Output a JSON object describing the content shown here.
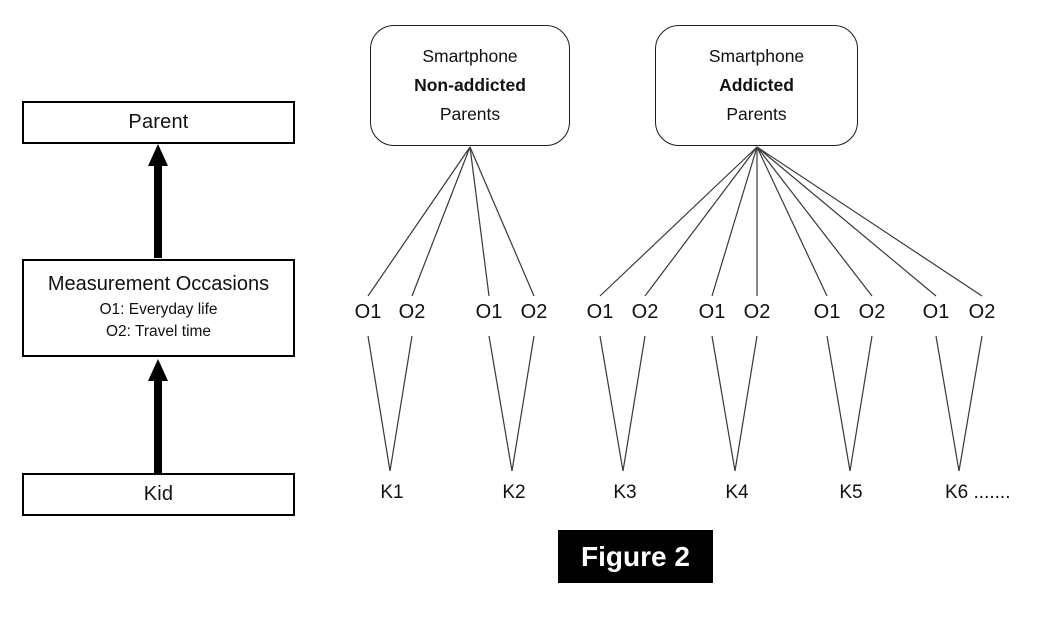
{
  "left_panel": {
    "parent_label": "Parent",
    "measurement_title": "Measurement Occasions",
    "measurement_o1": "O1: Everyday life",
    "measurement_o2": "O2: Travel time",
    "kid_label": "Kid"
  },
  "groups": [
    {
      "line1": "Smartphone",
      "line2": "Non-addicted",
      "line3": "Parents"
    },
    {
      "line1": "Smartphone",
      "line2": "Addicted",
      "line3": "Parents"
    }
  ],
  "occasions": [
    "O1",
    "O2",
    "O1",
    "O2",
    "O1",
    "O2",
    "O1",
    "O2",
    "O1",
    "O2",
    "O1",
    "O2"
  ],
  "kids": [
    "K1",
    "K2",
    "K3",
    "K4",
    "K5",
    "K6 ......."
  ],
  "figure": {
    "label": "Figure 2"
  },
  "colors": {
    "box_border": "#000000",
    "thin_line": "#383838",
    "arrow": "#000000",
    "figure_bg": "#000000",
    "figure_text": "#ffffff",
    "background": "#ffffff"
  }
}
